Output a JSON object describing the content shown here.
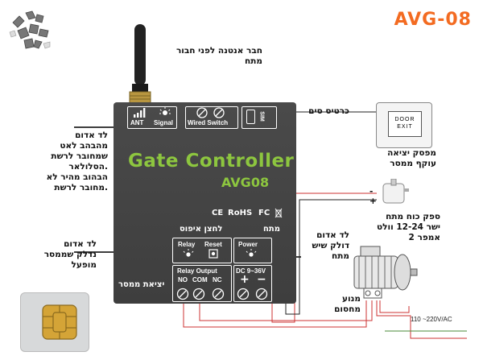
{
  "header": {
    "model": "AVG-08"
  },
  "antenna": {
    "note": "חבר אנטנה לפני חבור מתח"
  },
  "device": {
    "title": "Gate Controller",
    "model": "AVG08",
    "top_labels": {
      "ant": "ANT",
      "signal": "Signal",
      "wired_switch": "Wired Switch",
      "sim": "SIM"
    },
    "cert": {
      "ce": "CE",
      "rohs": "RoHS",
      "fc": "FC"
    },
    "hebrew_reset": "לחצן איפוס",
    "hebrew_power": "מתח",
    "hebrew_output": "יציאת ממסר",
    "relay": "Relay",
    "reset": "Reset",
    "power": "Power",
    "relay_output": "Relay Output",
    "no": "NO",
    "com": "COM",
    "nc": "NC",
    "dc": "DC 9~36V"
  },
  "annotations": {
    "signal_led": "לד אדום\nמהבהב לאט\nשמחובר לרשת\nהסלולאר.\nהבהוב מהיר לא\nמחובר לרשת.",
    "sim_card": "כרטיס סים",
    "exit_switch": "מפסק יציאה\nעוקף ממסר",
    "door": "DOOR",
    "exit": "EXIT",
    "psu": "ספק כוח מתח\nישר 12-24 וולט\n2 אמפר",
    "power_led": "לד אדום\nדולק שיש\nמתח",
    "relay_led": "לד אדום\nנדלק שממסר\nמופעל",
    "motor": "מנוע מחסום",
    "mains": "110 ~220V/AC"
  },
  "colors": {
    "accent": "#f36b21",
    "device_body": "#444444",
    "title_green": "#8dc63f",
    "wire_red": "#d9534f"
  }
}
